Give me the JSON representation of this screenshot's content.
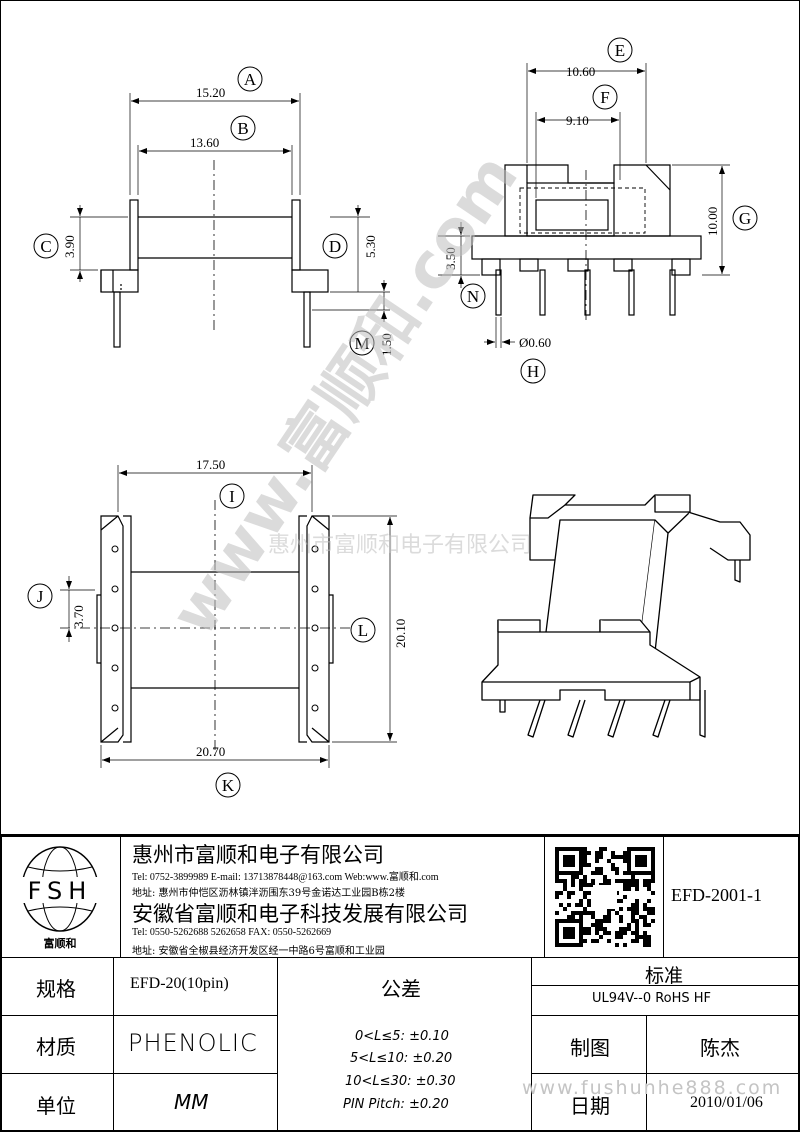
{
  "views": {
    "front": {
      "dim_a": "15.20",
      "label_a": "A",
      "dim_b": "13.60",
      "label_b": "B",
      "dim_c": "3.90",
      "label_c": "C",
      "dim_d": "5.30",
      "label_d": "D",
      "dim_m": "1.50",
      "label_m": "M"
    },
    "side": {
      "dim_e": "10.60",
      "label_e": "E",
      "dim_f": "9.10",
      "label_f": "F",
      "dim_g": "10.00",
      "label_g": "G",
      "dim_n": "3.50",
      "label_n": "N",
      "dim_h": "Ø0.60",
      "label_h": "H"
    },
    "bottom": {
      "dim_i": "17.50",
      "label_i": "I",
      "dim_j": "3.70",
      "label_j": "J",
      "dim_k": "20.70",
      "label_k": "K",
      "dim_l": "20.10",
      "label_l": "L"
    }
  },
  "watermark": {
    "company": "惠州市富顺和电子有限公司",
    "diagonal": "www.富顺和.com",
    "site": "www.fushunhe888.com"
  },
  "title_block": {
    "logo_letters": "FSH",
    "logo_caption": "富顺和",
    "company1": {
      "name": "惠州市富顺和电子有限公司",
      "contact": "Tel:  0752-3899989  E-mail: 13713878448@163.com  Web:www.富顺和.com",
      "address": "地址: 惠州市仲恺区沥林镇泮沥围东39号金诺达工业园B栋2楼"
    },
    "company2": {
      "name": "安徽省富顺和电子科技发展有限公司",
      "contact": "Tel:  0550-5262688  5262658     FAX:  0550-5262669",
      "address": "地址: 安徽省全椒县经济开发区经一中路6号富顺和工业园"
    },
    "part_number": "EFD-2001-1",
    "spec_label": "规格",
    "spec_value": "EFD-20(10pin)",
    "material_label": "材质",
    "material_value": "PHENOLIC",
    "unit_label": "单位",
    "unit_value": "MM",
    "tolerance_label": "公差",
    "tolerances": [
      "0<L≤5: ±0.10",
      "5<L≤10: ±0.20",
      "10<L≤30: ±0.30",
      "PIN Pitch: ±0.20"
    ],
    "standard_label": "标准",
    "standard_value": "UL94V--0  RoHS HF",
    "drawn_label": "制图",
    "drawn_value": "陈杰",
    "date_label": "日期",
    "date_value": "2010/01/06"
  }
}
